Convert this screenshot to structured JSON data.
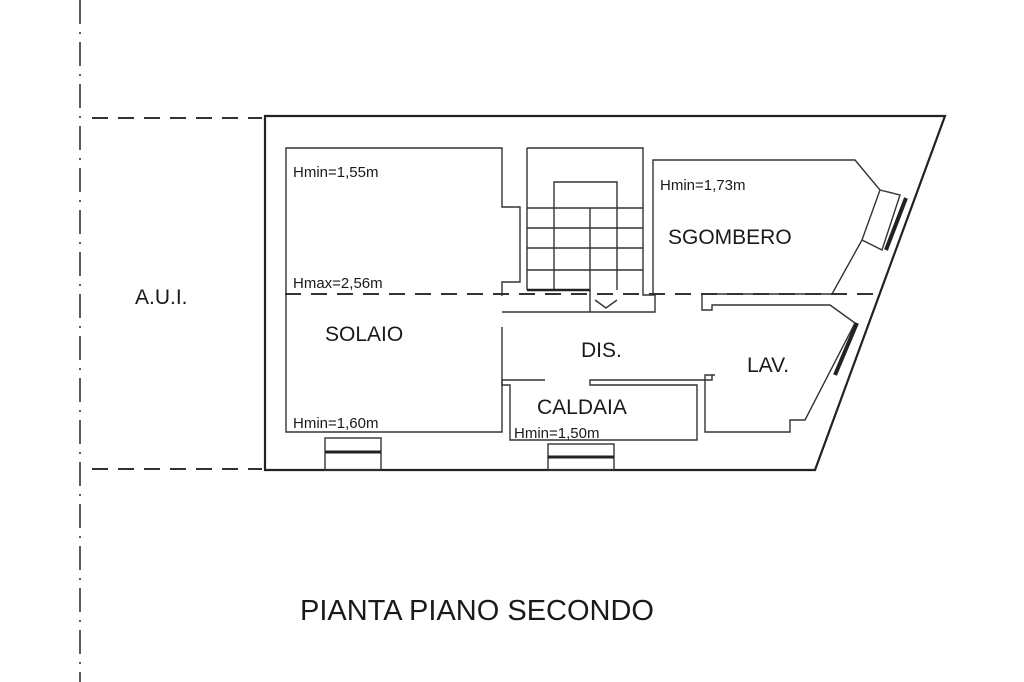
{
  "plan": {
    "title": "PIANTA PIANO SECONDO",
    "adjacent_label": "A.U.I.",
    "rooms": {
      "solaio": "SOLAIO",
      "dis": "DIS.",
      "sgombero": "SGOMBERO",
      "lav": "LAV.",
      "caldaia": "CALDAIA"
    },
    "heights": {
      "solaio_top": "Hmin=1,55m",
      "solaio_hmax": "Hmax=2,56m",
      "solaio_bottom": "Hmin=1,60m",
      "sgombero": "Hmin=1,73m",
      "caldaia": "Hmin=1,50m"
    }
  }
}
